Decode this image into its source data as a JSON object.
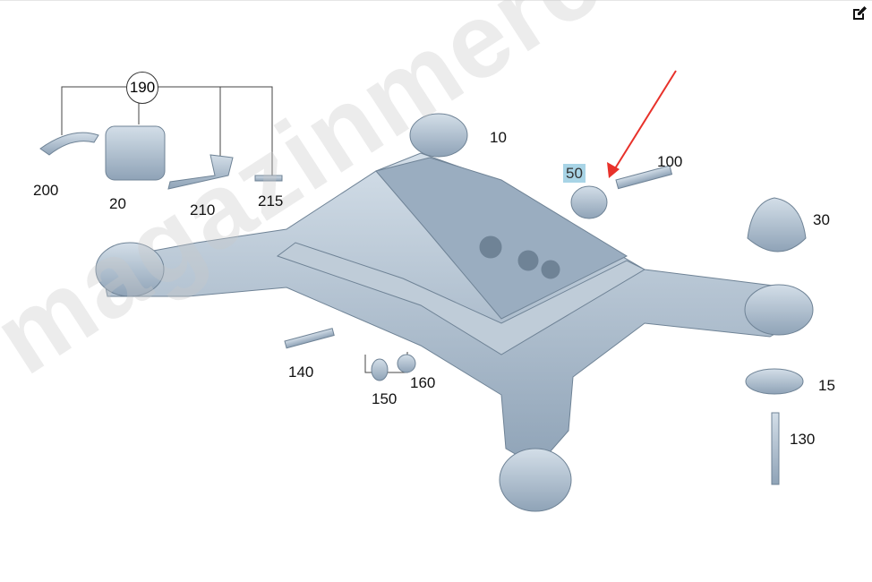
{
  "diagram": {
    "group_label": "190",
    "highlighted_part": "50",
    "parts": {
      "p200": "200",
      "p20": "20",
      "p210": "210",
      "p215": "215",
      "p10": "10",
      "p50": "50",
      "p100": "100",
      "p30": "30",
      "p15": "15",
      "p130": "130",
      "p140": "140",
      "p150": "150",
      "p160": "160"
    },
    "watermark": "magazinmercedes.ru",
    "colors": {
      "part": "#a9bccd",
      "highlight": "#a8d4e6",
      "arrow": "#e8312a"
    }
  },
  "toolbar": {
    "edit_icon": "edit-icon"
  }
}
